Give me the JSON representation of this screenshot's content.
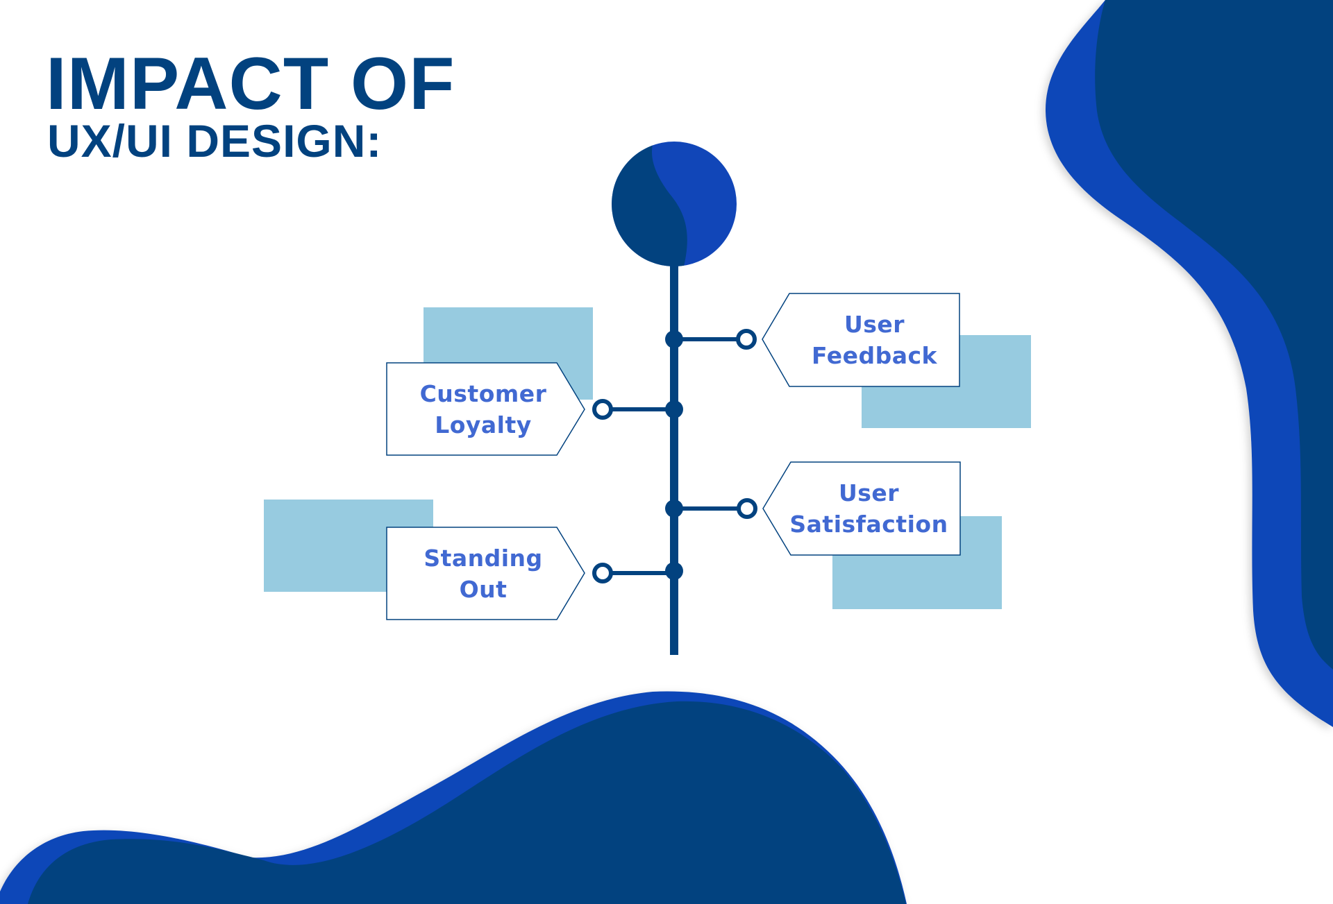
{
  "title": {
    "line1": "IMPACT OF",
    "line2": "UX/UI DESIGN:"
  },
  "colors": {
    "dark_navy": "#02427f",
    "royal_blue": "#1146b8",
    "label_text": "#4169d2",
    "accent_light_blue": "#97cbe0",
    "background": "#ffffff"
  },
  "diagram": {
    "type": "tree-branch",
    "top_icon": "split-circle-icon",
    "branches": [
      {
        "side": "right",
        "line1": "User",
        "line2": "Feedback"
      },
      {
        "side": "left",
        "line1": "Customer",
        "line2": "Loyalty"
      },
      {
        "side": "right",
        "line1": "User",
        "line2": "Satisfaction"
      },
      {
        "side": "left",
        "line1": "Standing",
        "line2": "Out"
      }
    ]
  }
}
